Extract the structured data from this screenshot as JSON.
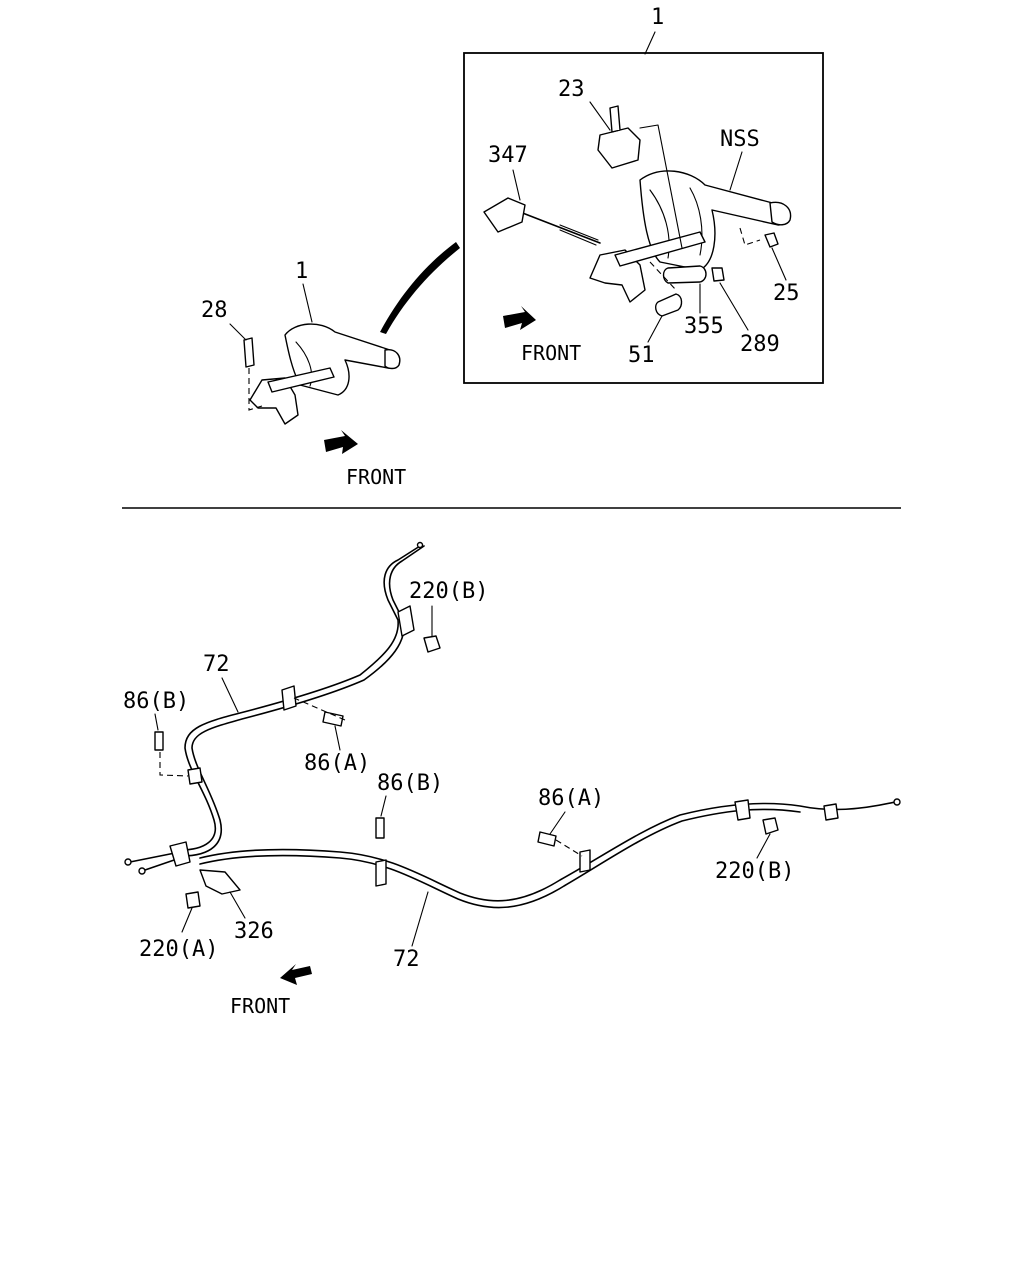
{
  "upper": {
    "assembly_label": "1",
    "inset_assembly_label": "1",
    "inset_labels": {
      "p23": "23",
      "p347": "347",
      "nss": "NSS",
      "p25": "25",
      "p355": "355",
      "p289": "289",
      "p51": "51",
      "front": "FRONT"
    },
    "main_labels": {
      "p28": "28",
      "front": "FRONT"
    }
  },
  "lower": {
    "labels": {
      "p220b_top": "220(B)",
      "p72_top": "72",
      "p86b_left": "86(B)",
      "p86a_mid": "86(A)",
      "p86b_center": "86(B)",
      "p86a_right": "86(A)",
      "p220b_right": "220(B)",
      "p220a": "220(A)",
      "p326": "326",
      "p72_bottom": "72",
      "front": "FRONT"
    }
  }
}
